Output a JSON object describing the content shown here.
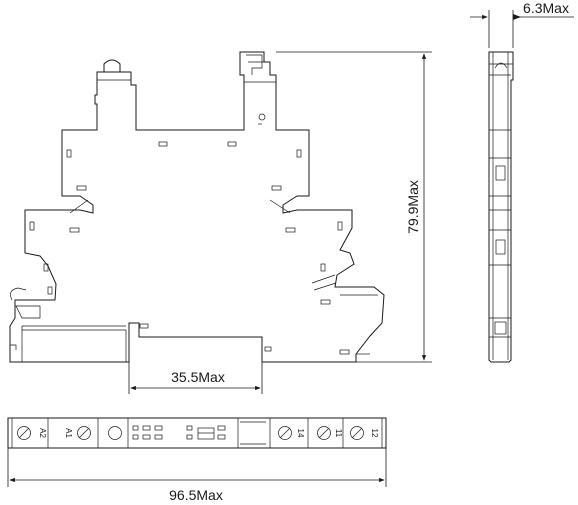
{
  "dimensions": {
    "depth": "6.3Max",
    "height": "79.9Max",
    "rail_width": "35.5Max",
    "length": "96.5Max"
  },
  "terminals": [
    "A2",
    "A1",
    "14",
    "11",
    "12"
  ]
}
